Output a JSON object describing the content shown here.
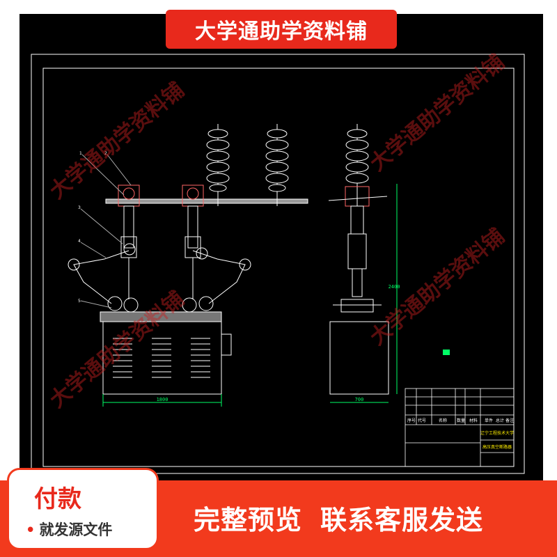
{
  "banner": {
    "title": "大学通助学资料铺"
  },
  "watermark": {
    "text": "大学通助学资料铺"
  },
  "payment": {
    "title": "付款",
    "subtitle": "就发源文件"
  },
  "bottom": {
    "preview_text": "完整预览",
    "contact_text": "联系客服发送"
  },
  "colors": {
    "banner_red": "#e8291c",
    "bar_red": "#f23a1d",
    "drawing_bg": "#000000",
    "line_white": "#ffffff",
    "dim_green": "#00ff66",
    "title_yellow": "#ffee00"
  },
  "drawing": {
    "callouts": [
      "1",
      "2",
      "3",
      "4",
      "5"
    ],
    "dimensions": {
      "front_width": "1800",
      "side_width": "700",
      "height": "2400"
    },
    "title_block": {
      "school": "辽宁工程技术大学",
      "drawing_name": "高压真空断路器",
      "header_row": [
        "序号",
        "代号",
        "名称",
        "数量",
        "材料",
        "单件",
        "总计",
        "备注"
      ]
    }
  }
}
